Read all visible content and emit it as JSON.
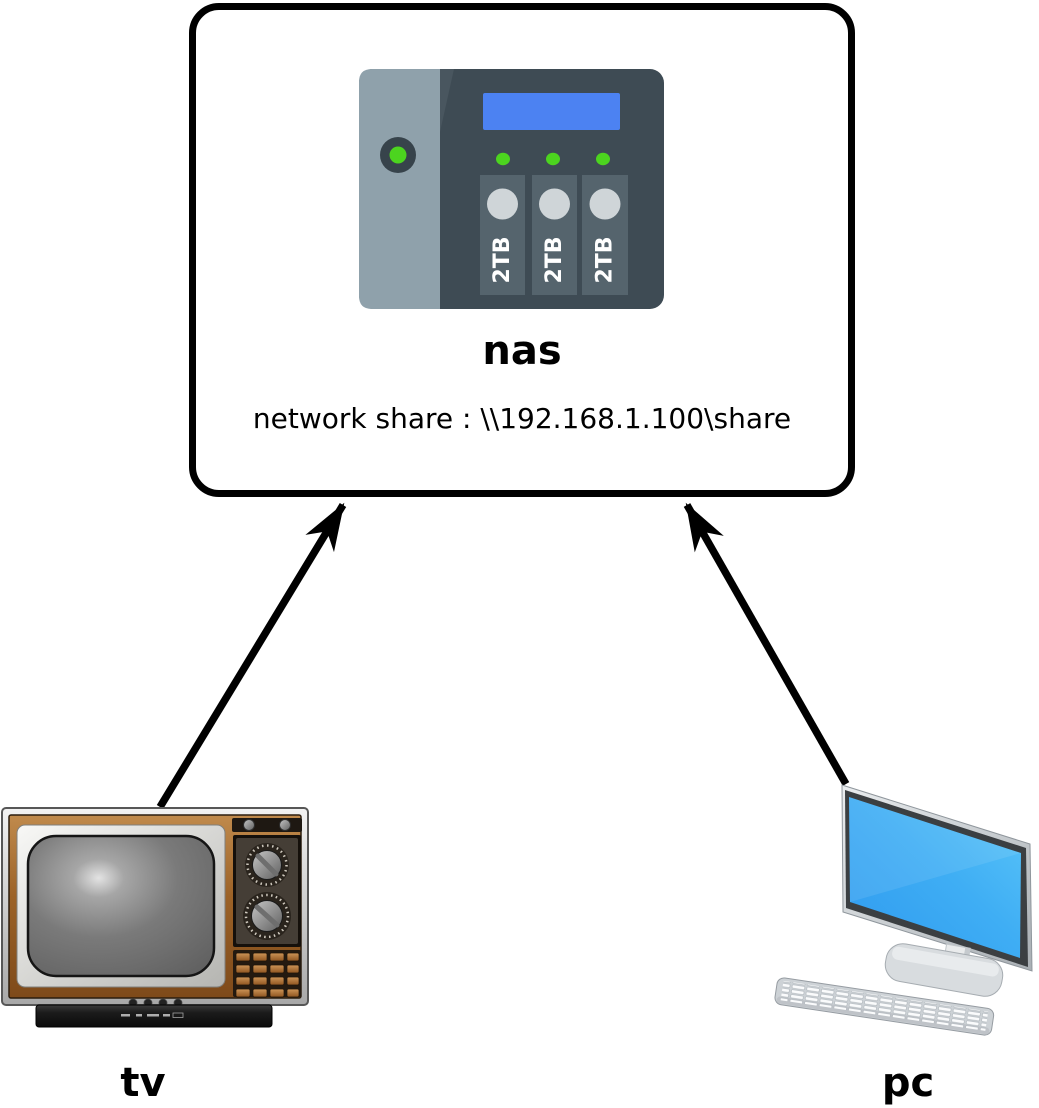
{
  "background": "#ffffff",
  "stroke_color": "#000000",
  "nodes": {
    "nas": {
      "label": "nas",
      "sublabel": "network share : \\\\192.168.1.100\\share"
    },
    "tv": {
      "label": "tv"
    },
    "pc": {
      "label": "pc"
    }
  },
  "edges": [
    {
      "from": "tv",
      "to": "nas",
      "style": "solid-arrow"
    },
    {
      "from": "pc",
      "to": "nas",
      "style": "solid-arrow"
    }
  ],
  "nas_icon": {
    "drives": [
      "2TB",
      "2TB",
      "2TB"
    ],
    "colors": {
      "body": "#3E4B54",
      "panel": "#8FA1AB",
      "panel_shade": "#49565F",
      "bay": "#55646D",
      "bay_circle": "#CFD5D8",
      "led_green": "#4CD41F",
      "lcd_blue": "#4C82F2",
      "power_ring": "#37434B",
      "drive_text": "#FFFFFF"
    }
  },
  "tv_icon": {
    "colors": {
      "wood": "#9C6227",
      "silver_frame": "#D6D6D6",
      "crt_gray": "#6F6F6F",
      "pedestal": "#161616"
    }
  },
  "pc_icon": {
    "colors": {
      "screen_mid": "#3FAEF4",
      "screen_light": "#5BC6F9",
      "screen_deep": "#2F9AEF",
      "bezel_dark": "#3B3F42",
      "chassis_silver": "#CDD2D6"
    }
  }
}
